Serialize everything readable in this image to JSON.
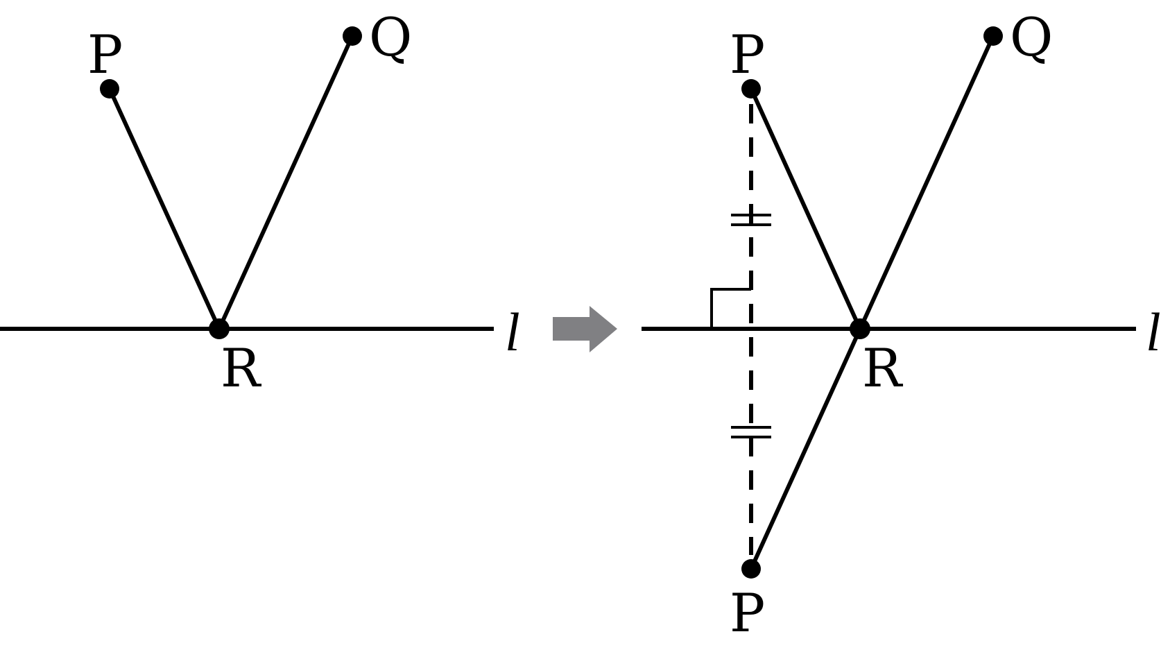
{
  "figure": {
    "left_panel": {
      "point_p_label": "P",
      "point_q_label": "Q",
      "point_r_label": "R",
      "line_label": "l"
    },
    "right_panel": {
      "point_p_label": "P",
      "point_q_label": "Q",
      "point_r_label": "R",
      "point_p_reflected_label": "P",
      "line_label": "l"
    },
    "colors": {
      "ink": "#000000",
      "arrow": "#808083",
      "background": "#ffffff"
    }
  }
}
